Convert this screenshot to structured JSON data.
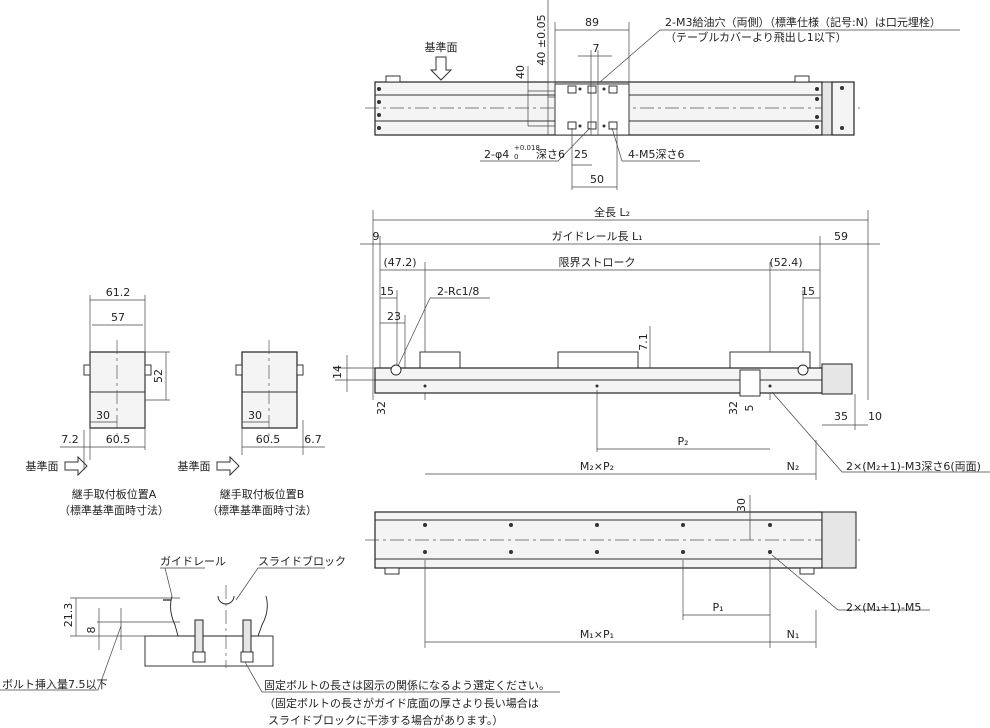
{
  "top_view": {
    "ref_surface": "基準面",
    "dim_89": "89",
    "dim_40_tol": "40 ±0.05",
    "dim_40": "40",
    "dim_7": "7",
    "dim_25": "25",
    "dim_50": "50",
    "note_oil_hole_1": "2-M3給油穴（両側）（標準仕様（記号:N）は口元埋栓）",
    "note_oil_hole_2": "（テーブルカバーより飛出し1以下）",
    "note_pin_hole": "2-φ4",
    "note_pin_tol_upper": "+0.018",
    "note_pin_tol_lower": "0",
    "note_pin_depth": "深さ6",
    "note_tap": "4-M5深さ6"
  },
  "side_view": {
    "total_length": "全長  L₂",
    "rail_length": "ガイドレール長  L₁",
    "dim_9": "9",
    "dim_59": "59",
    "stroke_limit": "限界ストローク",
    "dim_47_2": "(47.2)",
    "dim_52_4": "(52.4)",
    "dim_15_left": "15",
    "dim_15_right": "15",
    "port": "2-Rc1/8",
    "dim_23": "23",
    "dim_7_1": "7.1",
    "dim_14": "14",
    "dim_32_left": "32",
    "dim_32_right": "32",
    "dim_5": "5",
    "dim_35": "35",
    "dim_10": "10",
    "p2": "P₂",
    "m2p2": "M₂×P₂",
    "n2": "N₂",
    "note_m3": "2×(M₂+1)-M3深さ6(両面)"
  },
  "bottom_view": {
    "dim_30": "30",
    "p1": "P₁",
    "m1p1": "M₁×P₁",
    "n1": "N₁",
    "note_m5": "2×(M₁+1)-M5"
  },
  "section_a": {
    "dim_61_2": "61.2",
    "dim_57": "57",
    "dim_52": "52",
    "dim_30": "30",
    "dim_7_2": "7.2",
    "dim_60_5": "60.5",
    "ref_surface": "基準面",
    "caption": "継手取付板位置A",
    "caption_sub": "（標準基準面時寸法）"
  },
  "section_b": {
    "dim_30": "30",
    "dim_60_5": "60.5",
    "dim_6_7": "6.7",
    "ref_surface": "基準面",
    "caption": "継手取付板位置B",
    "caption_sub": "（標準基準面時寸法）"
  },
  "mount_detail": {
    "guide_rail": "ガイドレール",
    "slide_block": "スライドブロック",
    "dim_21_3": "21.3",
    "dim_8": "8",
    "bolt_insert": "ボルト挿入量7.5以下",
    "note_1": "固定ボルトの長さは図示の関係になるよう選定ください。",
    "note_2": "（固定ボルトの長さがガイド底面の厚さより長い場合は",
    "note_3": "スライドブロックに干渉する場合があります。）"
  }
}
